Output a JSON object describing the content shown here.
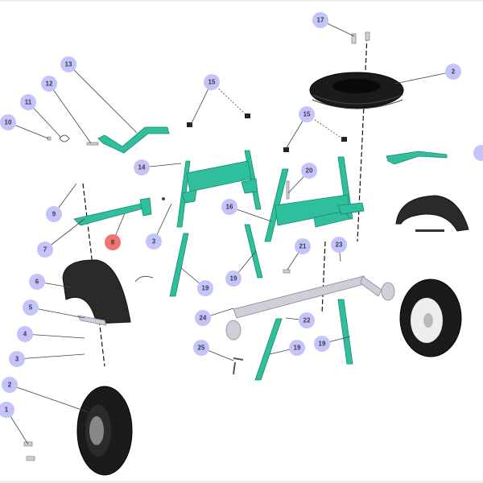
{
  "diagram": {
    "title_visible": false,
    "colors": {
      "callout": "#c4c4fa",
      "callout_selected": "#f27272",
      "frame": "#2fbf9c",
      "tire": "#1b1b1b"
    },
    "callouts": [
      {
        "id": "c17",
        "label": "17"
      },
      {
        "id": "c2a",
        "label": "2"
      },
      {
        "id": "c13",
        "label": "13"
      },
      {
        "id": "c12",
        "label": "12"
      },
      {
        "id": "c15a",
        "label": "15"
      },
      {
        "id": "c11",
        "label": "11"
      },
      {
        "id": "c10",
        "label": "10"
      },
      {
        "id": "c15b",
        "label": "15"
      },
      {
        "id": "c14",
        "label": "14"
      },
      {
        "id": "c20",
        "label": "20"
      },
      {
        "id": "c9",
        "label": "9"
      },
      {
        "id": "c16",
        "label": "16"
      },
      {
        "id": "c7",
        "label": "7"
      },
      {
        "id": "c8",
        "label": "8",
        "selected": true
      },
      {
        "id": "c3a",
        "label": "3"
      },
      {
        "id": "c21",
        "label": "21"
      },
      {
        "id": "c23",
        "label": "23"
      },
      {
        "id": "c6",
        "label": "6"
      },
      {
        "id": "c19a",
        "label": "19"
      },
      {
        "id": "c19b",
        "label": "19"
      },
      {
        "id": "c5",
        "label": "5"
      },
      {
        "id": "c24",
        "label": "24"
      },
      {
        "id": "c22",
        "label": "22"
      },
      {
        "id": "c4",
        "label": "4"
      },
      {
        "id": "c25",
        "label": "25"
      },
      {
        "id": "c19c",
        "label": "19"
      },
      {
        "id": "c19d",
        "label": "19"
      },
      {
        "id": "c3b",
        "label": "3"
      },
      {
        "id": "c2b",
        "label": "2"
      },
      {
        "id": "c1",
        "label": "1"
      }
    ]
  }
}
